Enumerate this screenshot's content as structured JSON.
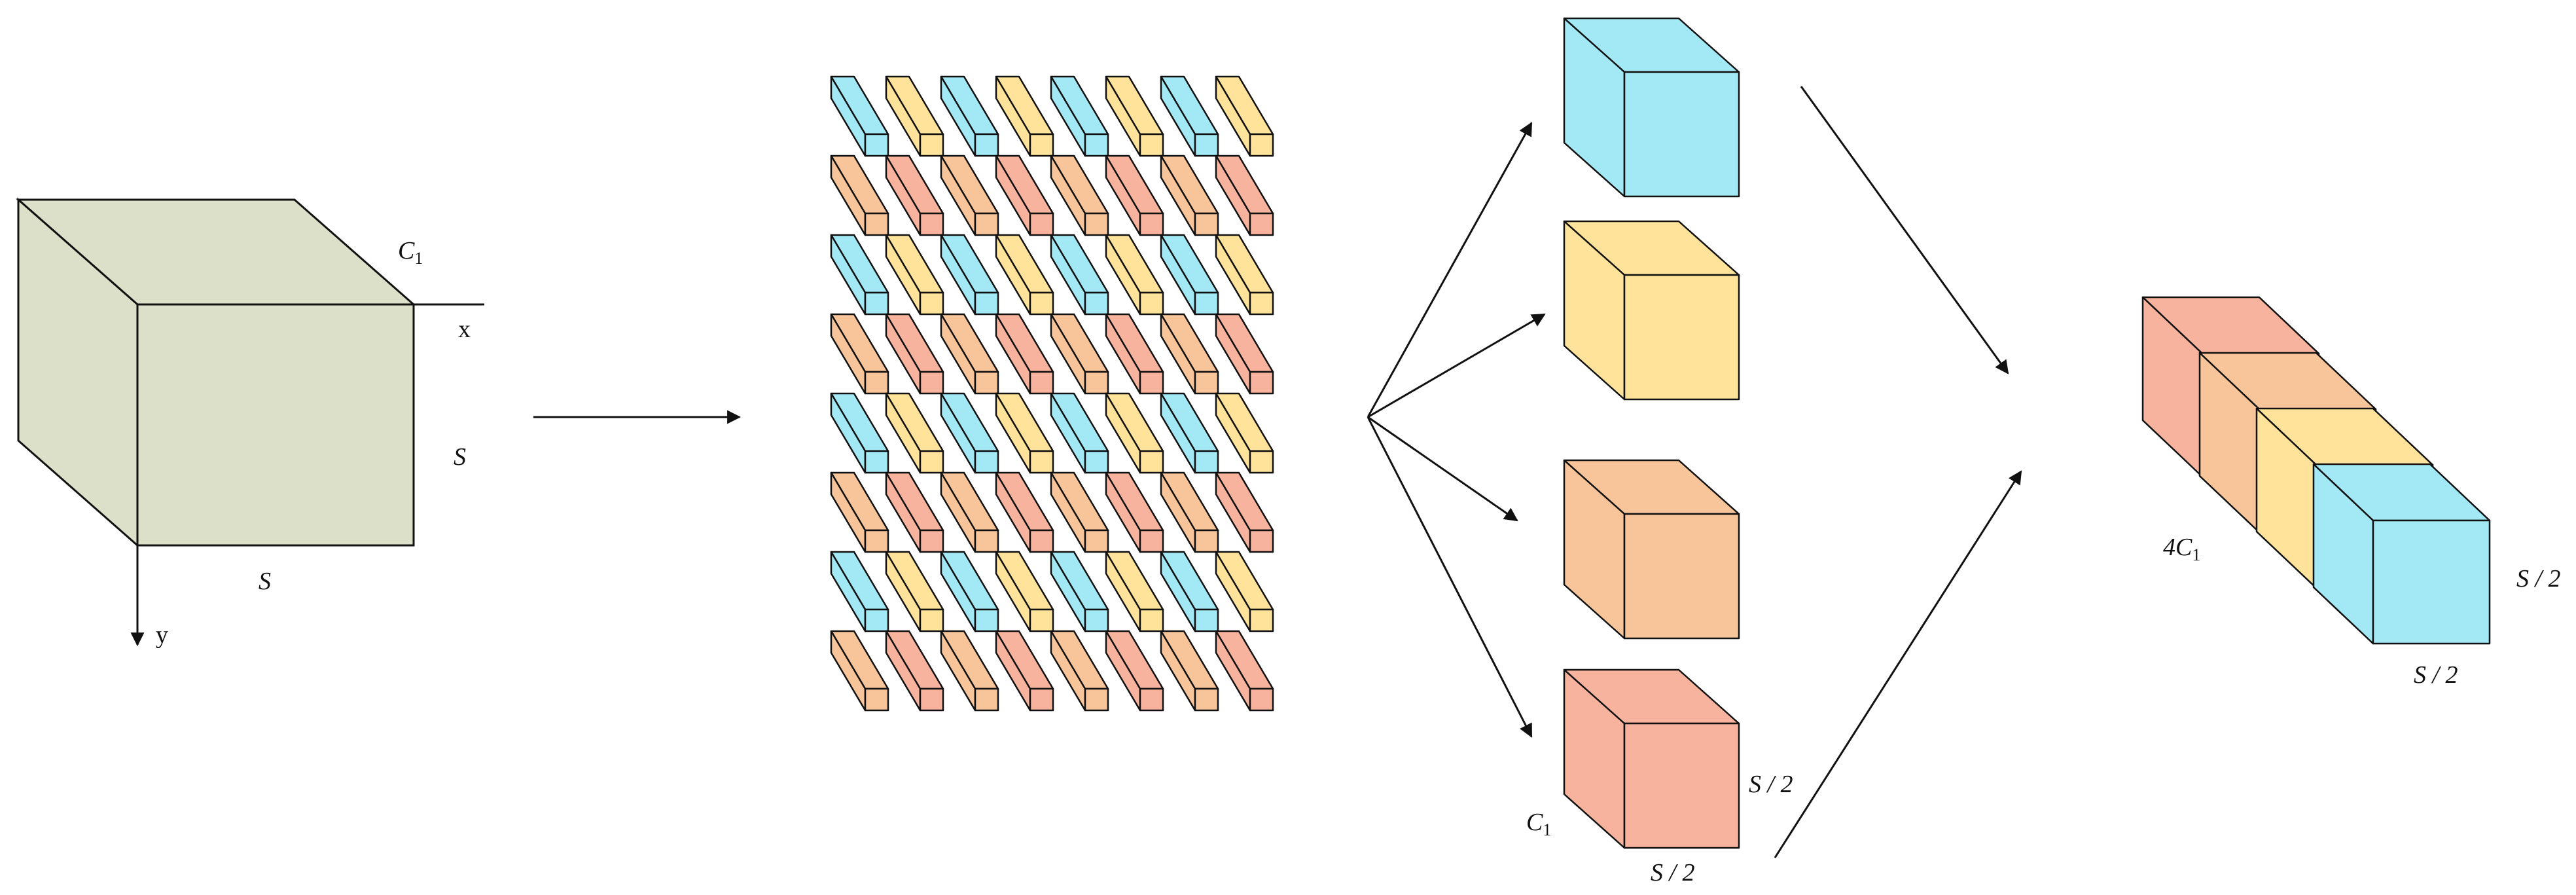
{
  "input_block": {
    "channel_label": "C1",
    "channel_label_main": "C",
    "channel_label_sub": "1",
    "x_axis_label": "x",
    "y_axis_label": "y",
    "height_label": "S",
    "width_label": "S",
    "face_color": "#dde0c8"
  },
  "patch_grid": {
    "rows": 8,
    "cols": 8,
    "row_pattern_odd": [
      "blue",
      "yellow"
    ],
    "row_pattern_even": [
      "orange",
      "salmon"
    ]
  },
  "split_blocks": [
    {
      "name": "blue",
      "color": "#a3e8f5"
    },
    {
      "name": "yellow",
      "color": "#ffe39a"
    },
    {
      "name": "orange",
      "color": "#f8c49a"
    },
    {
      "name": "salmon",
      "color": "#f7b39e"
    }
  ],
  "split_labels": {
    "channel_main": "C",
    "channel_sub": "1",
    "height": "S / 2",
    "width": "S / 2"
  },
  "output_block": {
    "channel_main": "4C",
    "channel_sub": "1",
    "height": "S / 2",
    "width": "S / 2"
  },
  "colors": {
    "blue": "#a3e8f5",
    "yellow": "#ffe39a",
    "orange": "#f8c49a",
    "salmon": "#f7b39e",
    "input": "#dde0c8",
    "stroke": "#111111"
  }
}
